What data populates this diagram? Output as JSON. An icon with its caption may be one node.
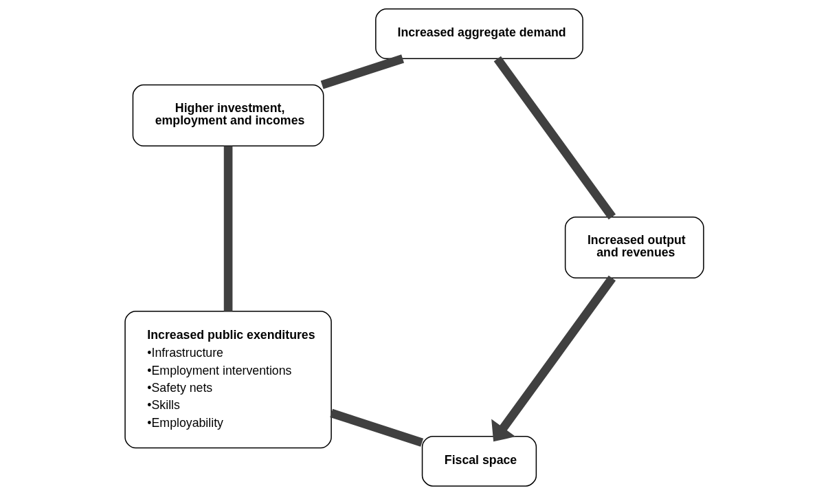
{
  "diagram": {
    "nodes": [
      {
        "text": [
          "Fiscal space"
        ]
      },
      {
        "text": [
          "Increased public exenditures",
          "•Infrastructure",
          "•Employment interventions",
          "•Safety nets",
          "•Skills",
          "•Employability"
        ]
      },
      {
        "text": [
          "Higher investment, employment and incomes"
        ]
      },
      {
        "text": [
          "Increased aggregate demand"
        ]
      },
      {
        "text": [
          "Increased output and revenues"
        ]
      }
    ],
    "edges": [
      {
        "from": 0,
        "to": 1,
        "arrow": "none"
      },
      {
        "from": 1,
        "to": 2,
        "arrow": "none"
      },
      {
        "from": 2,
        "to": 3,
        "arrow": "none"
      },
      {
        "from": 3,
        "to": 4,
        "arrow": "none"
      },
      {
        "from": 4,
        "to": 0,
        "arrow": "to"
      }
    ]
  }
}
